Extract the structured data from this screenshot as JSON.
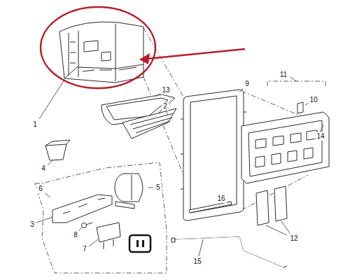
{
  "diagram": {
    "labels": [
      "11",
      "10",
      "13",
      "9",
      "2",
      "14",
      "1",
      "4",
      "5",
      "6",
      "3",
      "8",
      "7",
      "16",
      "12",
      "15"
    ]
  }
}
